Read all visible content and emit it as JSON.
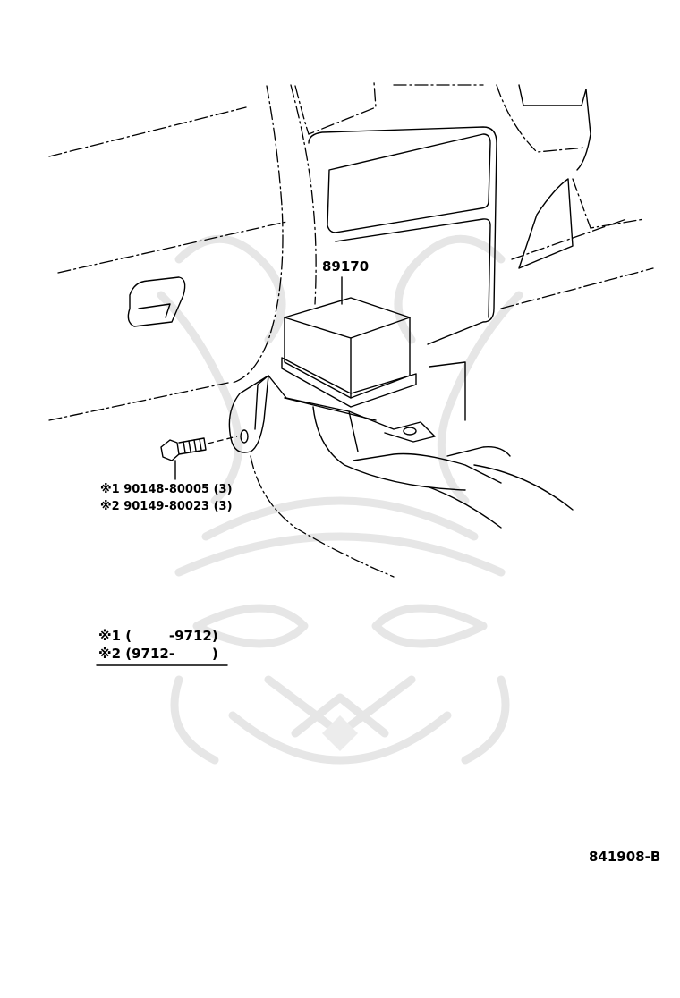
{
  "diagram": {
    "part_callout": "89170",
    "bolt_line_1": "※1 90148-80005 (3)",
    "bolt_line_2": "※2 90149-80023 (3)",
    "legend_line_1": "※1 (        -9712)",
    "legend_line_2": "※2 (9712-        )",
    "figure_code": "841908-B"
  }
}
